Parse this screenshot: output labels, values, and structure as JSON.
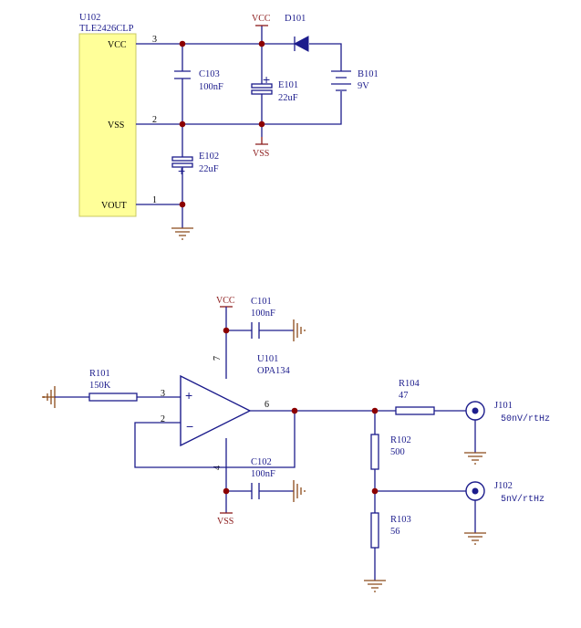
{
  "regulator": {
    "designator": "U102",
    "part": "TLE2426CLP",
    "pins": [
      {
        "name": "VCC",
        "number": "3"
      },
      {
        "name": "VSS",
        "number": "2"
      },
      {
        "name": "VOUT",
        "number": "1"
      }
    ]
  },
  "power_labels": {
    "vcc": "VCC",
    "vss": "VSS"
  },
  "components": {
    "C103": {
      "designator": "C103",
      "value": "100nF"
    },
    "E101": {
      "designator": "E101",
      "value": "22uF"
    },
    "E102": {
      "designator": "E102",
      "value": "22uF"
    },
    "D101": {
      "designator": "D101"
    },
    "B101": {
      "designator": "B101",
      "value": "9V"
    },
    "C101": {
      "designator": "C101",
      "value": "100nF"
    },
    "C102": {
      "designator": "C102",
      "value": "100nF"
    },
    "R101": {
      "designator": "R101",
      "value": "150K"
    },
    "R102": {
      "designator": "R102",
      "value": "500"
    },
    "R103": {
      "designator": "R103",
      "value": "56"
    },
    "R104": {
      "designator": "R104",
      "value": "47"
    },
    "J101": {
      "designator": "J101",
      "value": "50nV/rtHz"
    },
    "J102": {
      "designator": "J102",
      "value": "5nV/rtHz"
    }
  },
  "opamp": {
    "designator": "U101",
    "part": "OPA134",
    "pins": {
      "non_inverting": "3",
      "inverting": "2",
      "output": "6",
      "v_plus": "7",
      "v_minus": "4"
    },
    "signs": {
      "plus": "+",
      "minus": "−"
    }
  },
  "polarity_mark": "+"
}
